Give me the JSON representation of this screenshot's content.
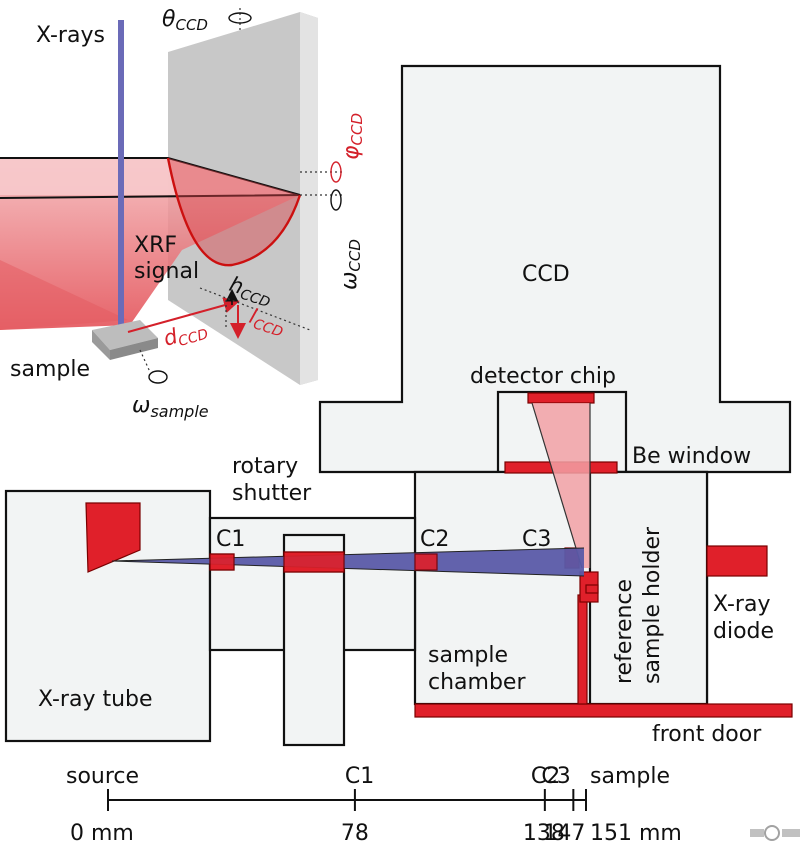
{
  "inset": {
    "xrays_label": "X-rays",
    "theta_ccd": "θ",
    "theta_ccd_sub": "CCD",
    "phi_ccd": "φ",
    "phi_ccd_sub": "CCD",
    "omega_ccd": "ω",
    "omega_ccd_sub": "CCD",
    "xrf_line1": "XRF",
    "xrf_line2": "signal",
    "h_ccd": "h",
    "h_ccd_sub": "CCD",
    "d_ccd": "d",
    "d_ccd_sub": "CCD",
    "l_ccd": "l",
    "l_ccd_sub": "CCD",
    "sample_label": "sample",
    "omega_sample": "ω",
    "omega_sample_sub": "sample"
  },
  "setup": {
    "ccd": "CCD",
    "detector_chip": "detector chip",
    "be_window": "Be window",
    "rotary_line1": "rotary",
    "rotary_line2": "shutter",
    "c1": "C1",
    "c2": "C2",
    "c3": "C3",
    "xray_diode_line1": "X-ray",
    "xray_diode_line2": "diode",
    "ref_line1": "reference",
    "ref_line2": "sample holder",
    "chamber_line1": "sample",
    "chamber_line2": "chamber",
    "xray_tube": "X-ray tube",
    "front_door": "front door"
  },
  "scale": {
    "top_labels": [
      "source",
      "C1",
      "C2",
      "C3",
      "sample"
    ],
    "bottom_labels": [
      "0 mm",
      "78",
      "138",
      "147",
      "151 mm"
    ],
    "positions_mm": [
      0,
      78,
      138,
      147,
      151
    ]
  },
  "colors": {
    "red": "#e0202a",
    "blue": "#5a5aa8",
    "outline": "#111111",
    "fill": "#f2f4f4"
  }
}
